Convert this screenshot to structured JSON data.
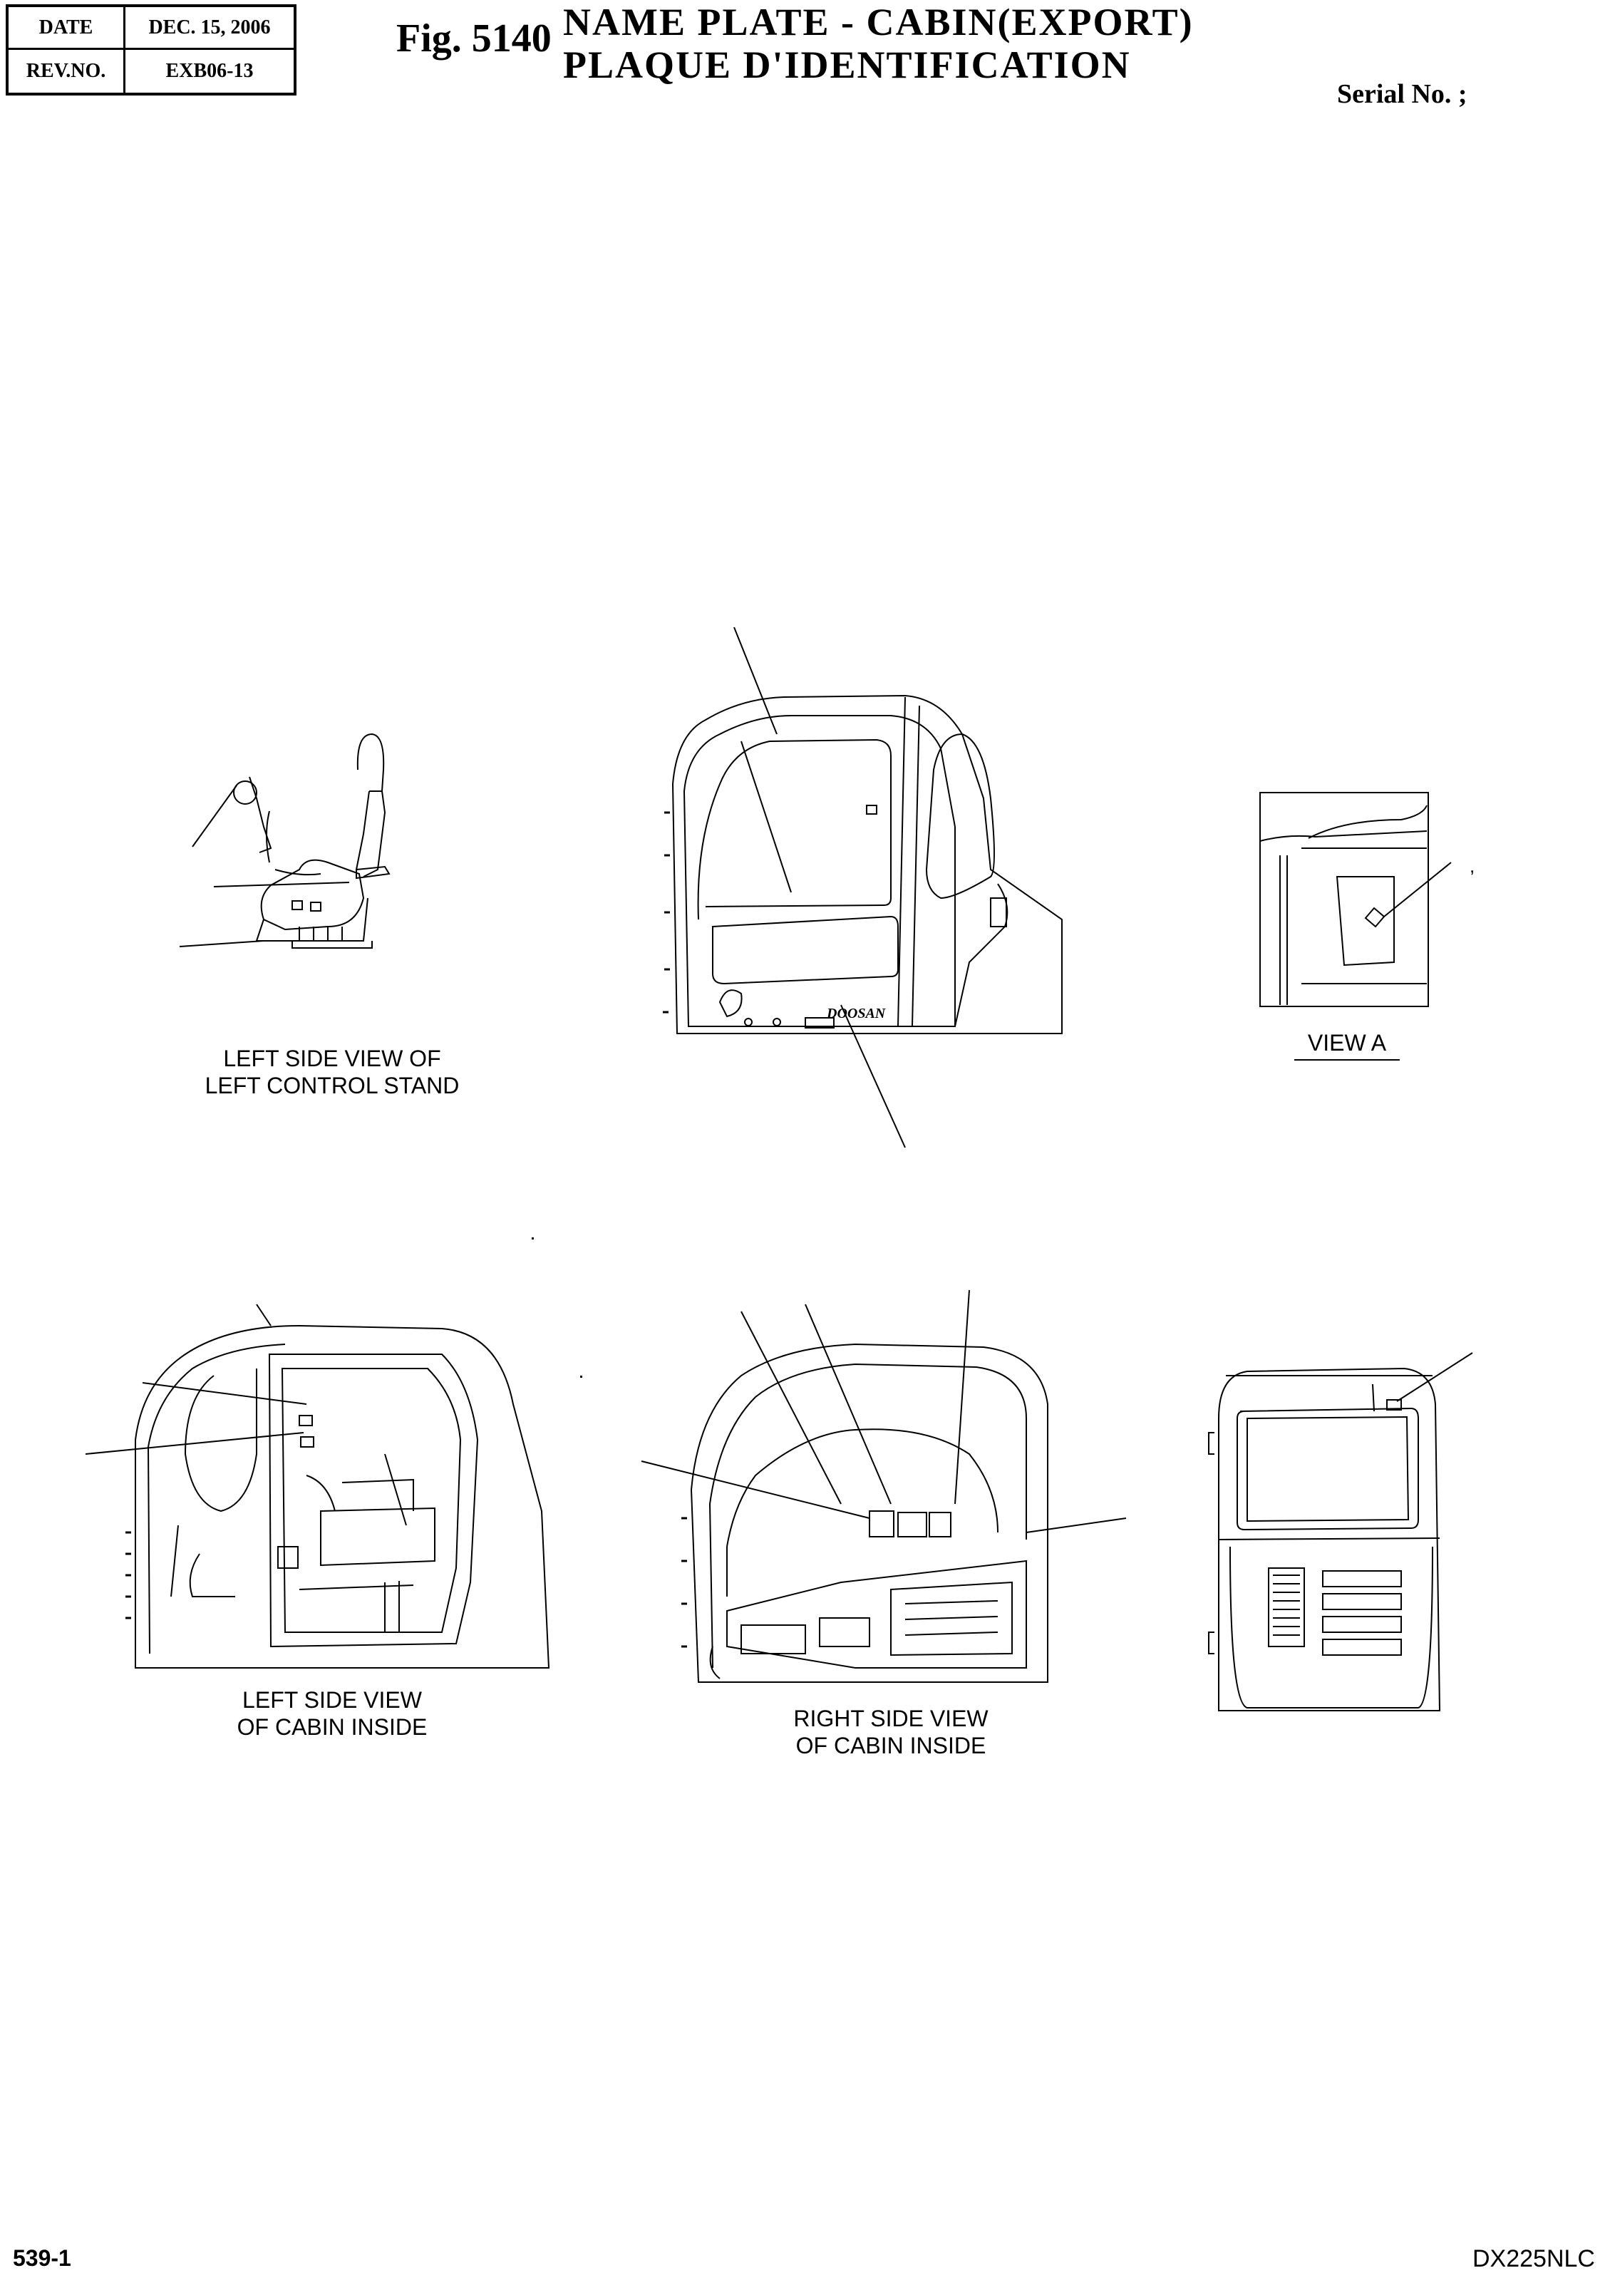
{
  "header": {
    "date_label": "DATE",
    "date_value": "DEC. 15, 2006",
    "rev_label": "REV.NO.",
    "rev_value": "EXB06-13"
  },
  "figure": {
    "number": "Fig. 5140",
    "title_line1": "NAME  PLATE  -  CABIN(EXPORT)",
    "title_line2": "PLAQUE  D'IDENTIFICATION",
    "serial": "Serial No. ;"
  },
  "views": {
    "seat": {
      "line1": "LEFT SIDE VIEW OF",
      "line2": "LEFT CONTROL STAND"
    },
    "view_a": {
      "label": "VIEW   A"
    },
    "left_cabin": {
      "line1": "LEFT SIDE VIEW",
      "line2": "OF CABIN INSIDE"
    },
    "right_cabin": {
      "line1": "RIGHT SIDE VIEW",
      "line2": "OF CABIN INSIDE"
    }
  },
  "brand_text": "DOOSAN",
  "footer": {
    "page": "539-1",
    "model": "DX225NLC"
  }
}
